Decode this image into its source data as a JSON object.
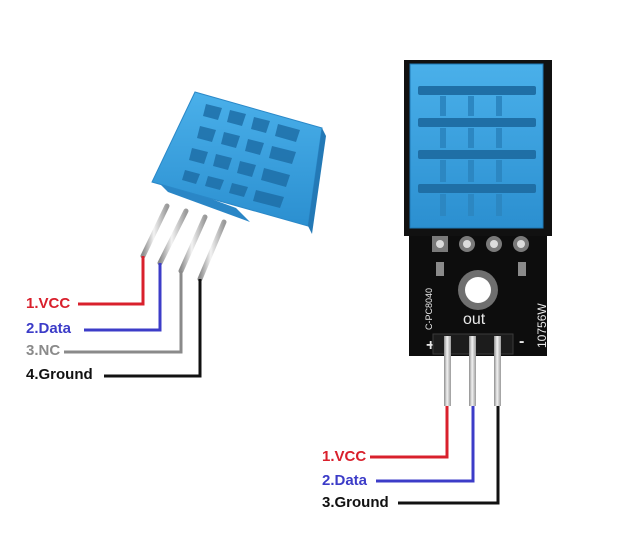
{
  "left_sensor": {
    "pins": [
      {
        "label": "1.VCC",
        "color": "#d9202c"
      },
      {
        "label": "2.Data",
        "color": "#3c3cc8"
      },
      {
        "label": "3.NC",
        "color": "#8a8a8a"
      },
      {
        "label": "4.Ground",
        "color": "#111111"
      }
    ]
  },
  "right_module": {
    "silkscreen": {
      "part_code": "C-PC8040",
      "out_label": "out",
      "board_id": "10756W",
      "plus_label": "+",
      "minus_label": "-"
    },
    "pins": [
      {
        "label": "1.VCC",
        "color": "#d9202c"
      },
      {
        "label": "2.Data",
        "color": "#3c3cc8"
      },
      {
        "label": "3.Ground",
        "color": "#111111"
      }
    ]
  },
  "colors": {
    "sensor_blue": "#3aa0dc",
    "sensor_blue_dark": "#1f78b4",
    "pcb_black": "#0d0d0d",
    "pin_metal": "#c9c9c9"
  }
}
